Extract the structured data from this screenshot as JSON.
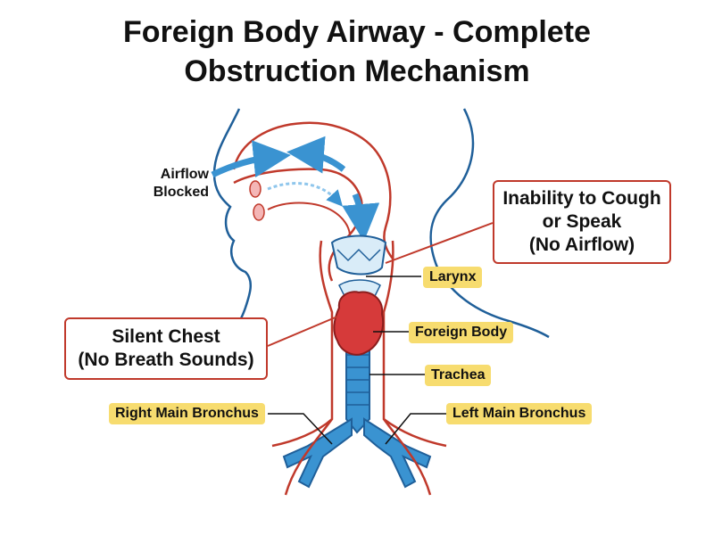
{
  "title": {
    "line1": "Foreign Body Airway - Complete",
    "line2": "Obstruction Mechanism"
  },
  "airflow_label": {
    "line1": "Airflow",
    "line2": "Blocked"
  },
  "callouts": {
    "cough": {
      "line1": "Inability to Cough",
      "line2": "or Speak",
      "line3": "(No Airflow)"
    },
    "chest": {
      "line1": "Silent Chest",
      "line2": "(No Breath Sounds)"
    }
  },
  "labels": {
    "larynx": "Larynx",
    "foreign_body": "Foreign Body",
    "trachea": "Trachea",
    "right_bronchus": "Right Main Bronchus",
    "left_bronchus": "Left Main Bronchus"
  },
  "colors": {
    "outline_red": "#c0392b",
    "airway_blue": "#3a93d1",
    "airway_blue_dark": "#1f5f99",
    "foreign_body_red": "#d63a3a",
    "label_yellow": "#f7dc6f",
    "skin_line": "#1f5f99"
  }
}
